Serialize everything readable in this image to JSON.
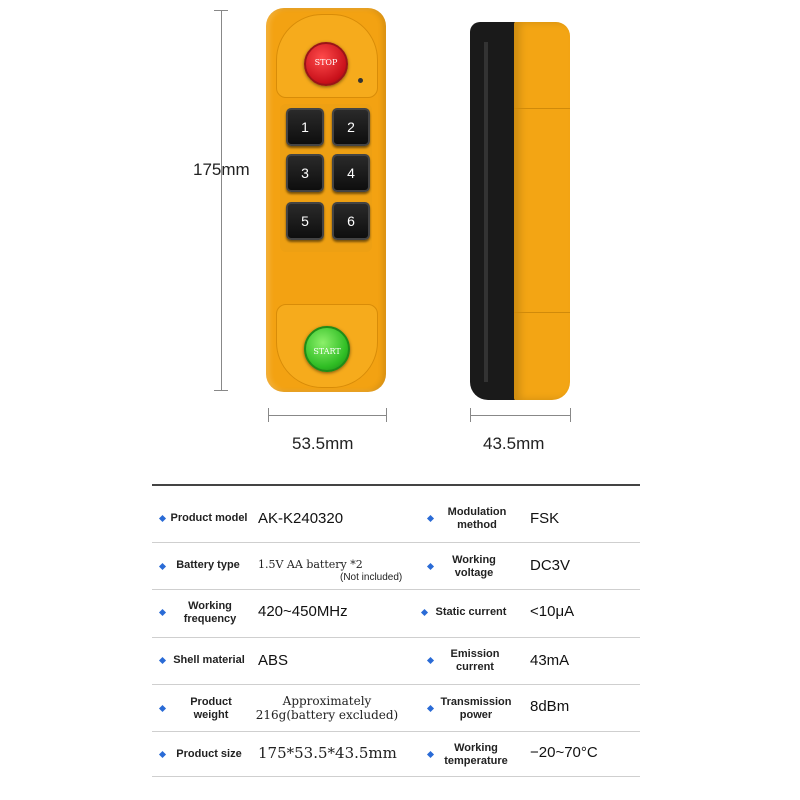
{
  "dimensions": {
    "height": "175mm",
    "front_width": "53.5mm",
    "side_width": "43.5mm"
  },
  "remote": {
    "stop_label": "STOP",
    "start_label": "START",
    "keys": [
      "1",
      "2",
      "3",
      "4",
      "5",
      "6"
    ]
  },
  "specs": {
    "rows": [
      {
        "left_label": "Product model",
        "left_value": "AK-K240320",
        "right_label": "Modulation method",
        "right_value": "FSK"
      },
      {
        "left_label": "Battery type",
        "left_value": "1.5V AA battery *2",
        "left_note": "(Not included)",
        "right_label": "Working voltage",
        "right_value": "DC3V"
      },
      {
        "left_label": "Working frequency",
        "left_value": "420~450MHz",
        "right_label": "Static current",
        "right_value": "<10μA"
      },
      {
        "left_label": "Shell material",
        "left_value": "ABS",
        "right_label": "Emission current",
        "right_value": "43mA"
      },
      {
        "left_label": "Product weight",
        "left_value": "Approximately 216g(battery excluded)",
        "right_label": "Transmission power",
        "right_value": "8dBm"
      },
      {
        "left_label": "Product size",
        "left_value": "175*53.5*43.5mm",
        "right_label": "Working temperature",
        "right_value": "−20~70°C"
      }
    ]
  },
  "colors": {
    "shell": "#f3a212",
    "stop": "#c8101a",
    "start": "#2fbd24",
    "bullet": "#2a6bd6"
  }
}
